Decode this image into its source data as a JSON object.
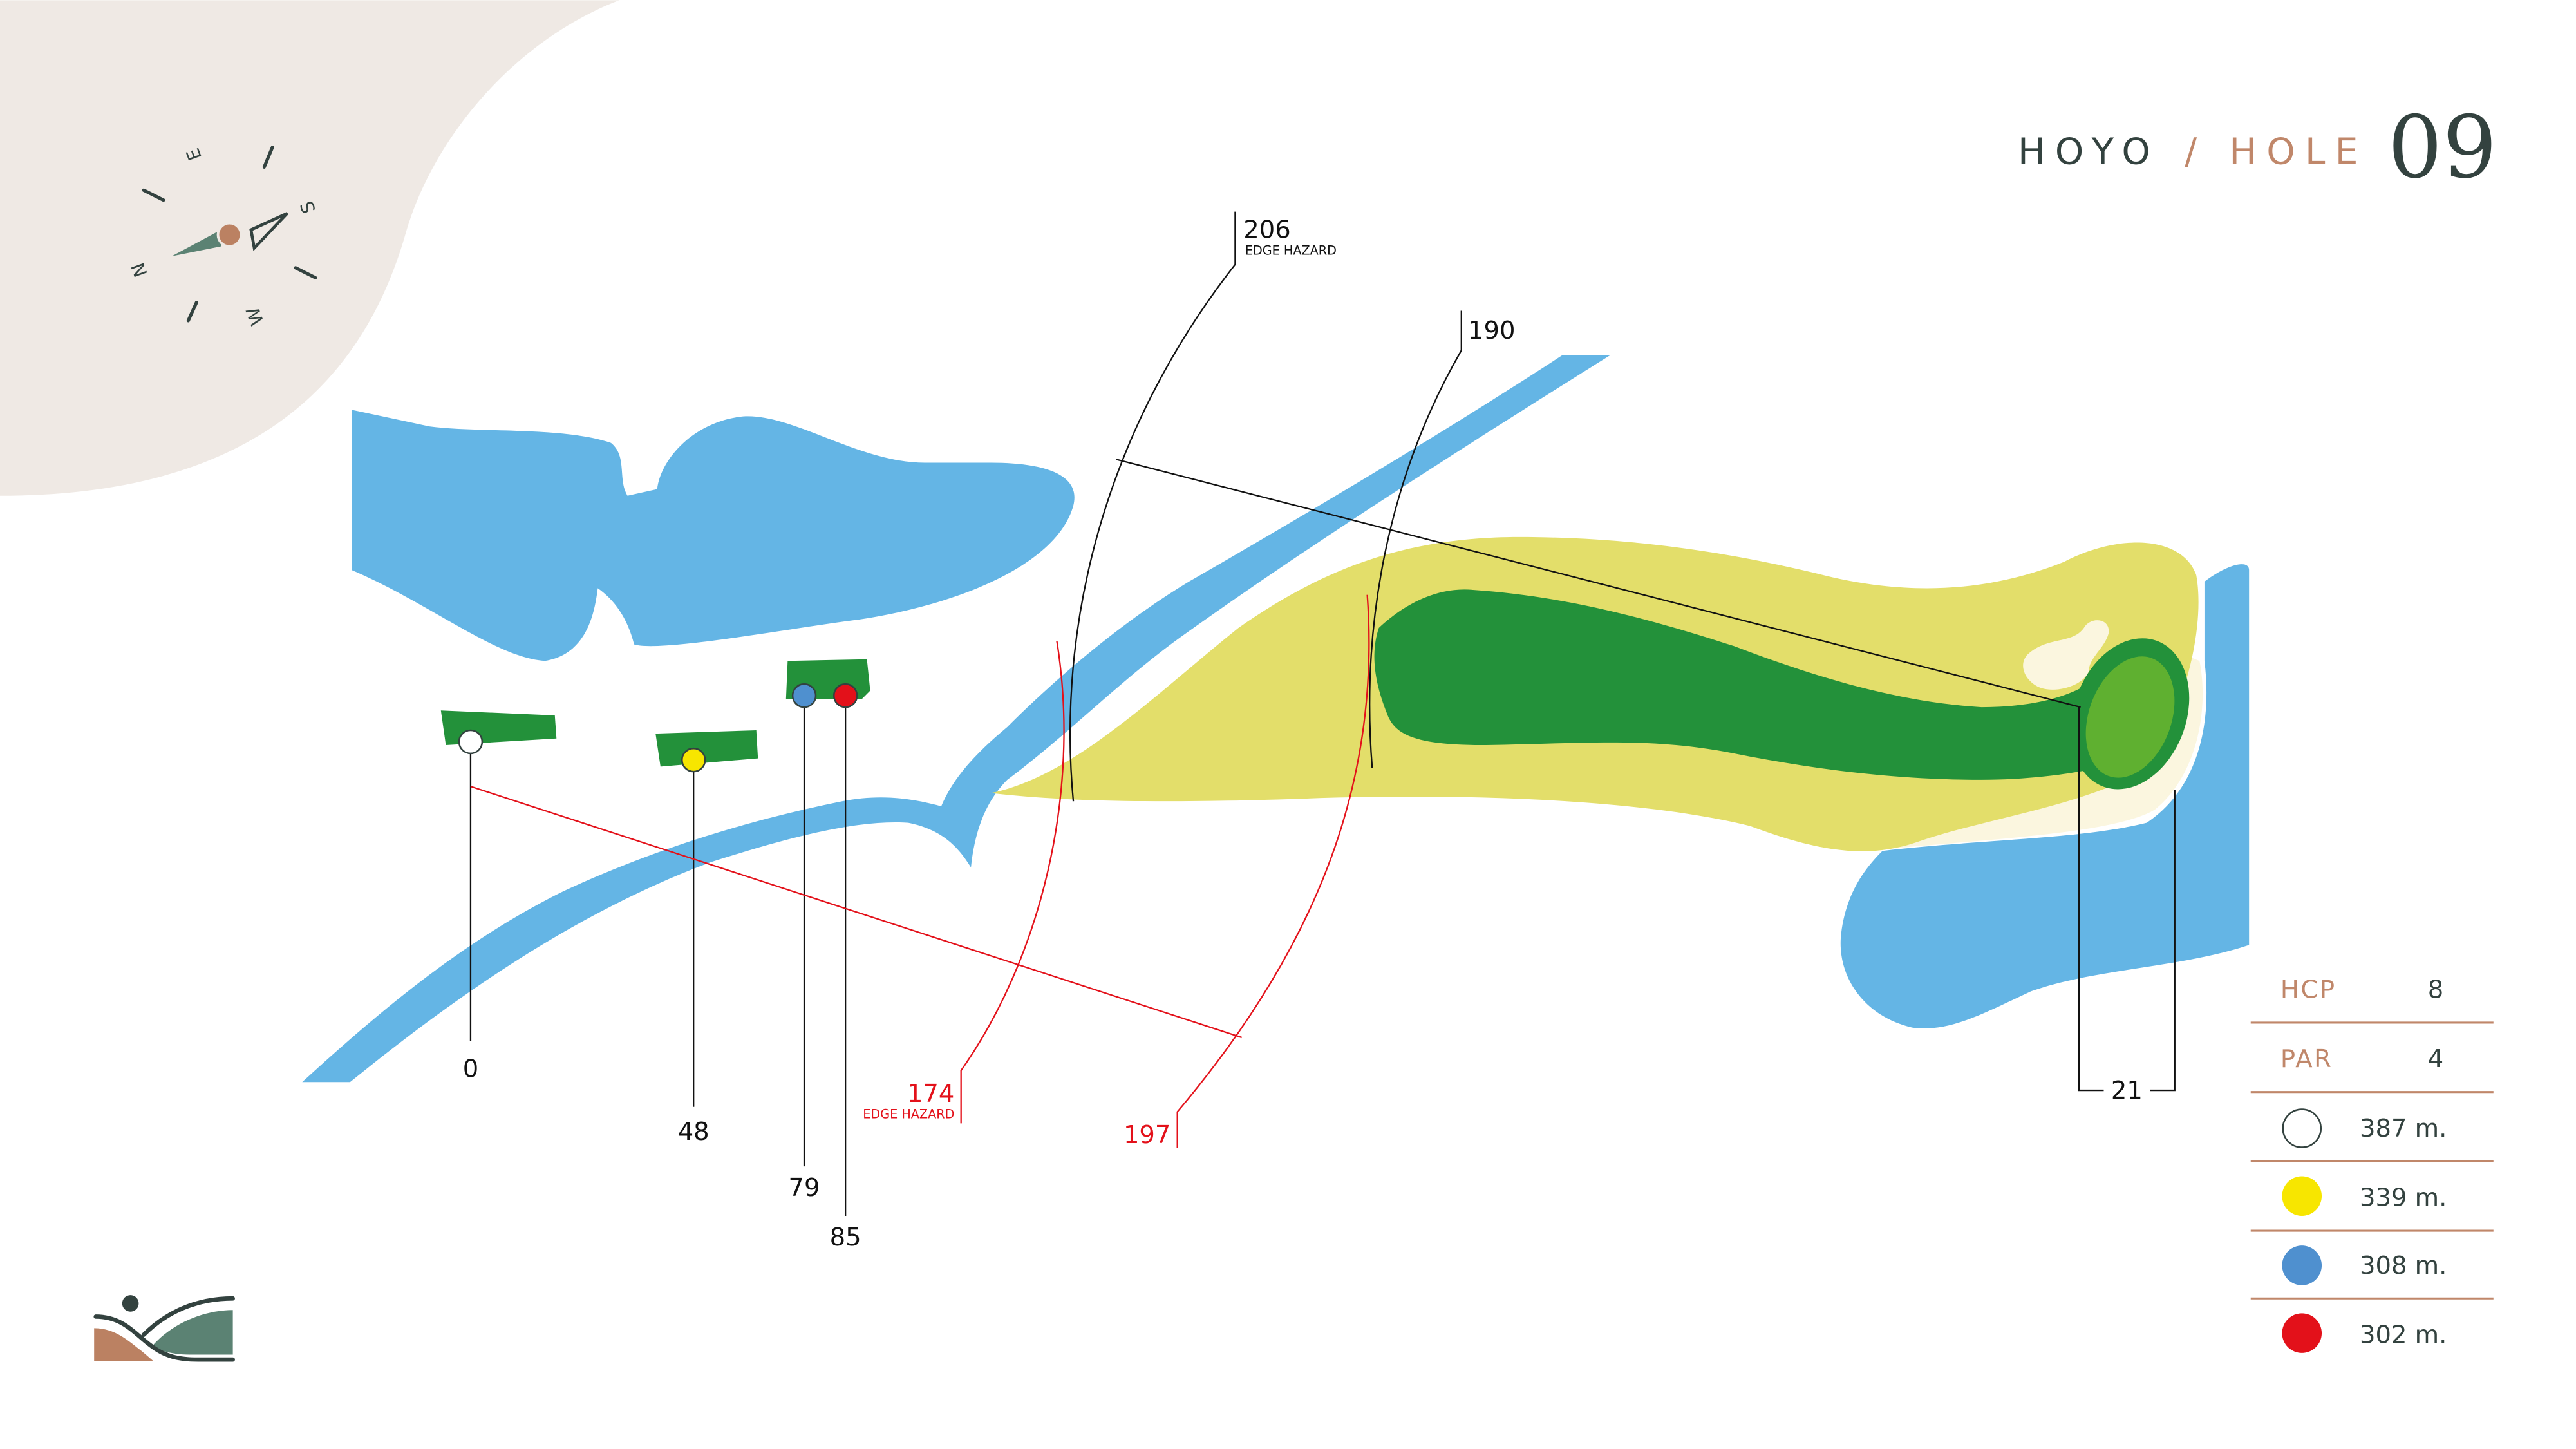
{
  "title": {
    "hoyo": "HOYO",
    "separator": "/",
    "hole": "HOLE",
    "number": "09"
  },
  "compass": {
    "n": "N",
    "e": "E",
    "s": "S",
    "w": "W"
  },
  "colors": {
    "dark": "#33423f",
    "accent": "#c0876a",
    "water": "#64b5e5",
    "rough": "#e3de6a",
    "fairway": "#23913a",
    "green": "#5fb030",
    "red": "#e3111a",
    "beige": "#efe9e4"
  },
  "tees": [
    {
      "color": "white",
      "fill": "#ffffff",
      "distance": "0"
    },
    {
      "color": "yellow",
      "fill": "#f7e600",
      "distance": "48"
    },
    {
      "color": "blue",
      "fill": "#4f90cf",
      "distance": "79"
    },
    {
      "color": "red",
      "fill": "#e3111a",
      "distance": "85"
    }
  ],
  "markers": {
    "m206": {
      "value": "206",
      "note": "EDGE HAZARD"
    },
    "m190": {
      "value": "190"
    },
    "m174": {
      "value": "174",
      "note": "EDGE HAZARD"
    },
    "m197": {
      "value": "197"
    },
    "m21": {
      "value": "21"
    }
  },
  "legend": {
    "hcp_label": "HCP",
    "hcp_value": "8",
    "par_label": "PAR",
    "par_value": "4",
    "lengths": [
      {
        "tee": "white",
        "value": "387 m."
      },
      {
        "tee": "yellow",
        "value": "339 m."
      },
      {
        "tee": "blue",
        "value": "308 m."
      },
      {
        "tee": "red",
        "value": "302 m."
      }
    ]
  }
}
